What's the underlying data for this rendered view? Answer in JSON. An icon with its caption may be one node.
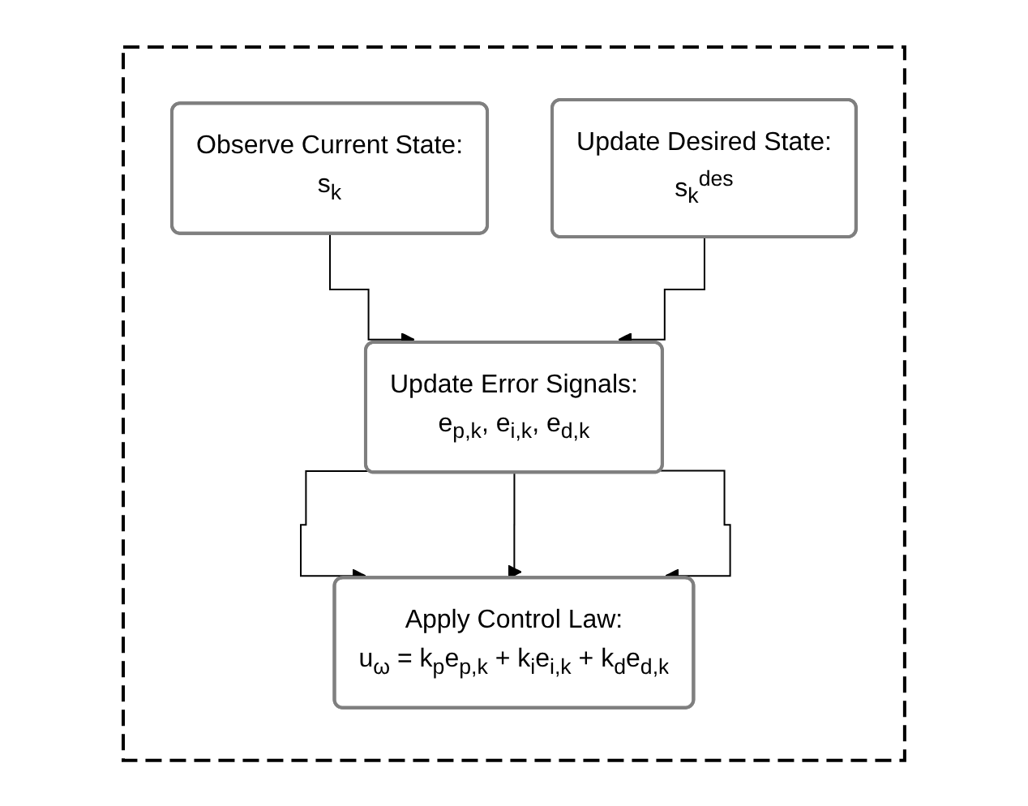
{
  "diagram": {
    "nodes": [
      {
        "text": [],
        "shape": "box"
      },
      {
        "text": [
          "Observe Current State:",
          "s$_{k}$"
        ],
        "in": 0
      },
      {
        "text": [
          "Update Desired State:",
          "s$_{k}$$^{des}$"
        ],
        "in": 0
      },
      {
        "text": [
          "Update Error Signals:",
          "e$_{p,k}$, e$_{i,k}$, e$_{d,k}$"
        ],
        "in": 0
      },
      {
        "text": [
          "Apply Control Law:",
          "u$_{ω}$ = k$_{p}$e$_{p,k}$ + k$_{i}$e$_{i,k}$ + k$_{d}$e$_{d,k}$"
        ],
        "in": 0
      }
    ],
    "edges": [
      {
        "from": 1,
        "to": 3,
        "arrow": "to"
      },
      {
        "from": 2,
        "to": 3,
        "arrow": "to"
      },
      {
        "from": 3,
        "to": 4,
        "arrow": "to"
      },
      {
        "from": 3,
        "to": 4,
        "arrow": "to"
      },
      {
        "from": 3,
        "to": 4,
        "arrow": "to"
      }
    ]
  }
}
